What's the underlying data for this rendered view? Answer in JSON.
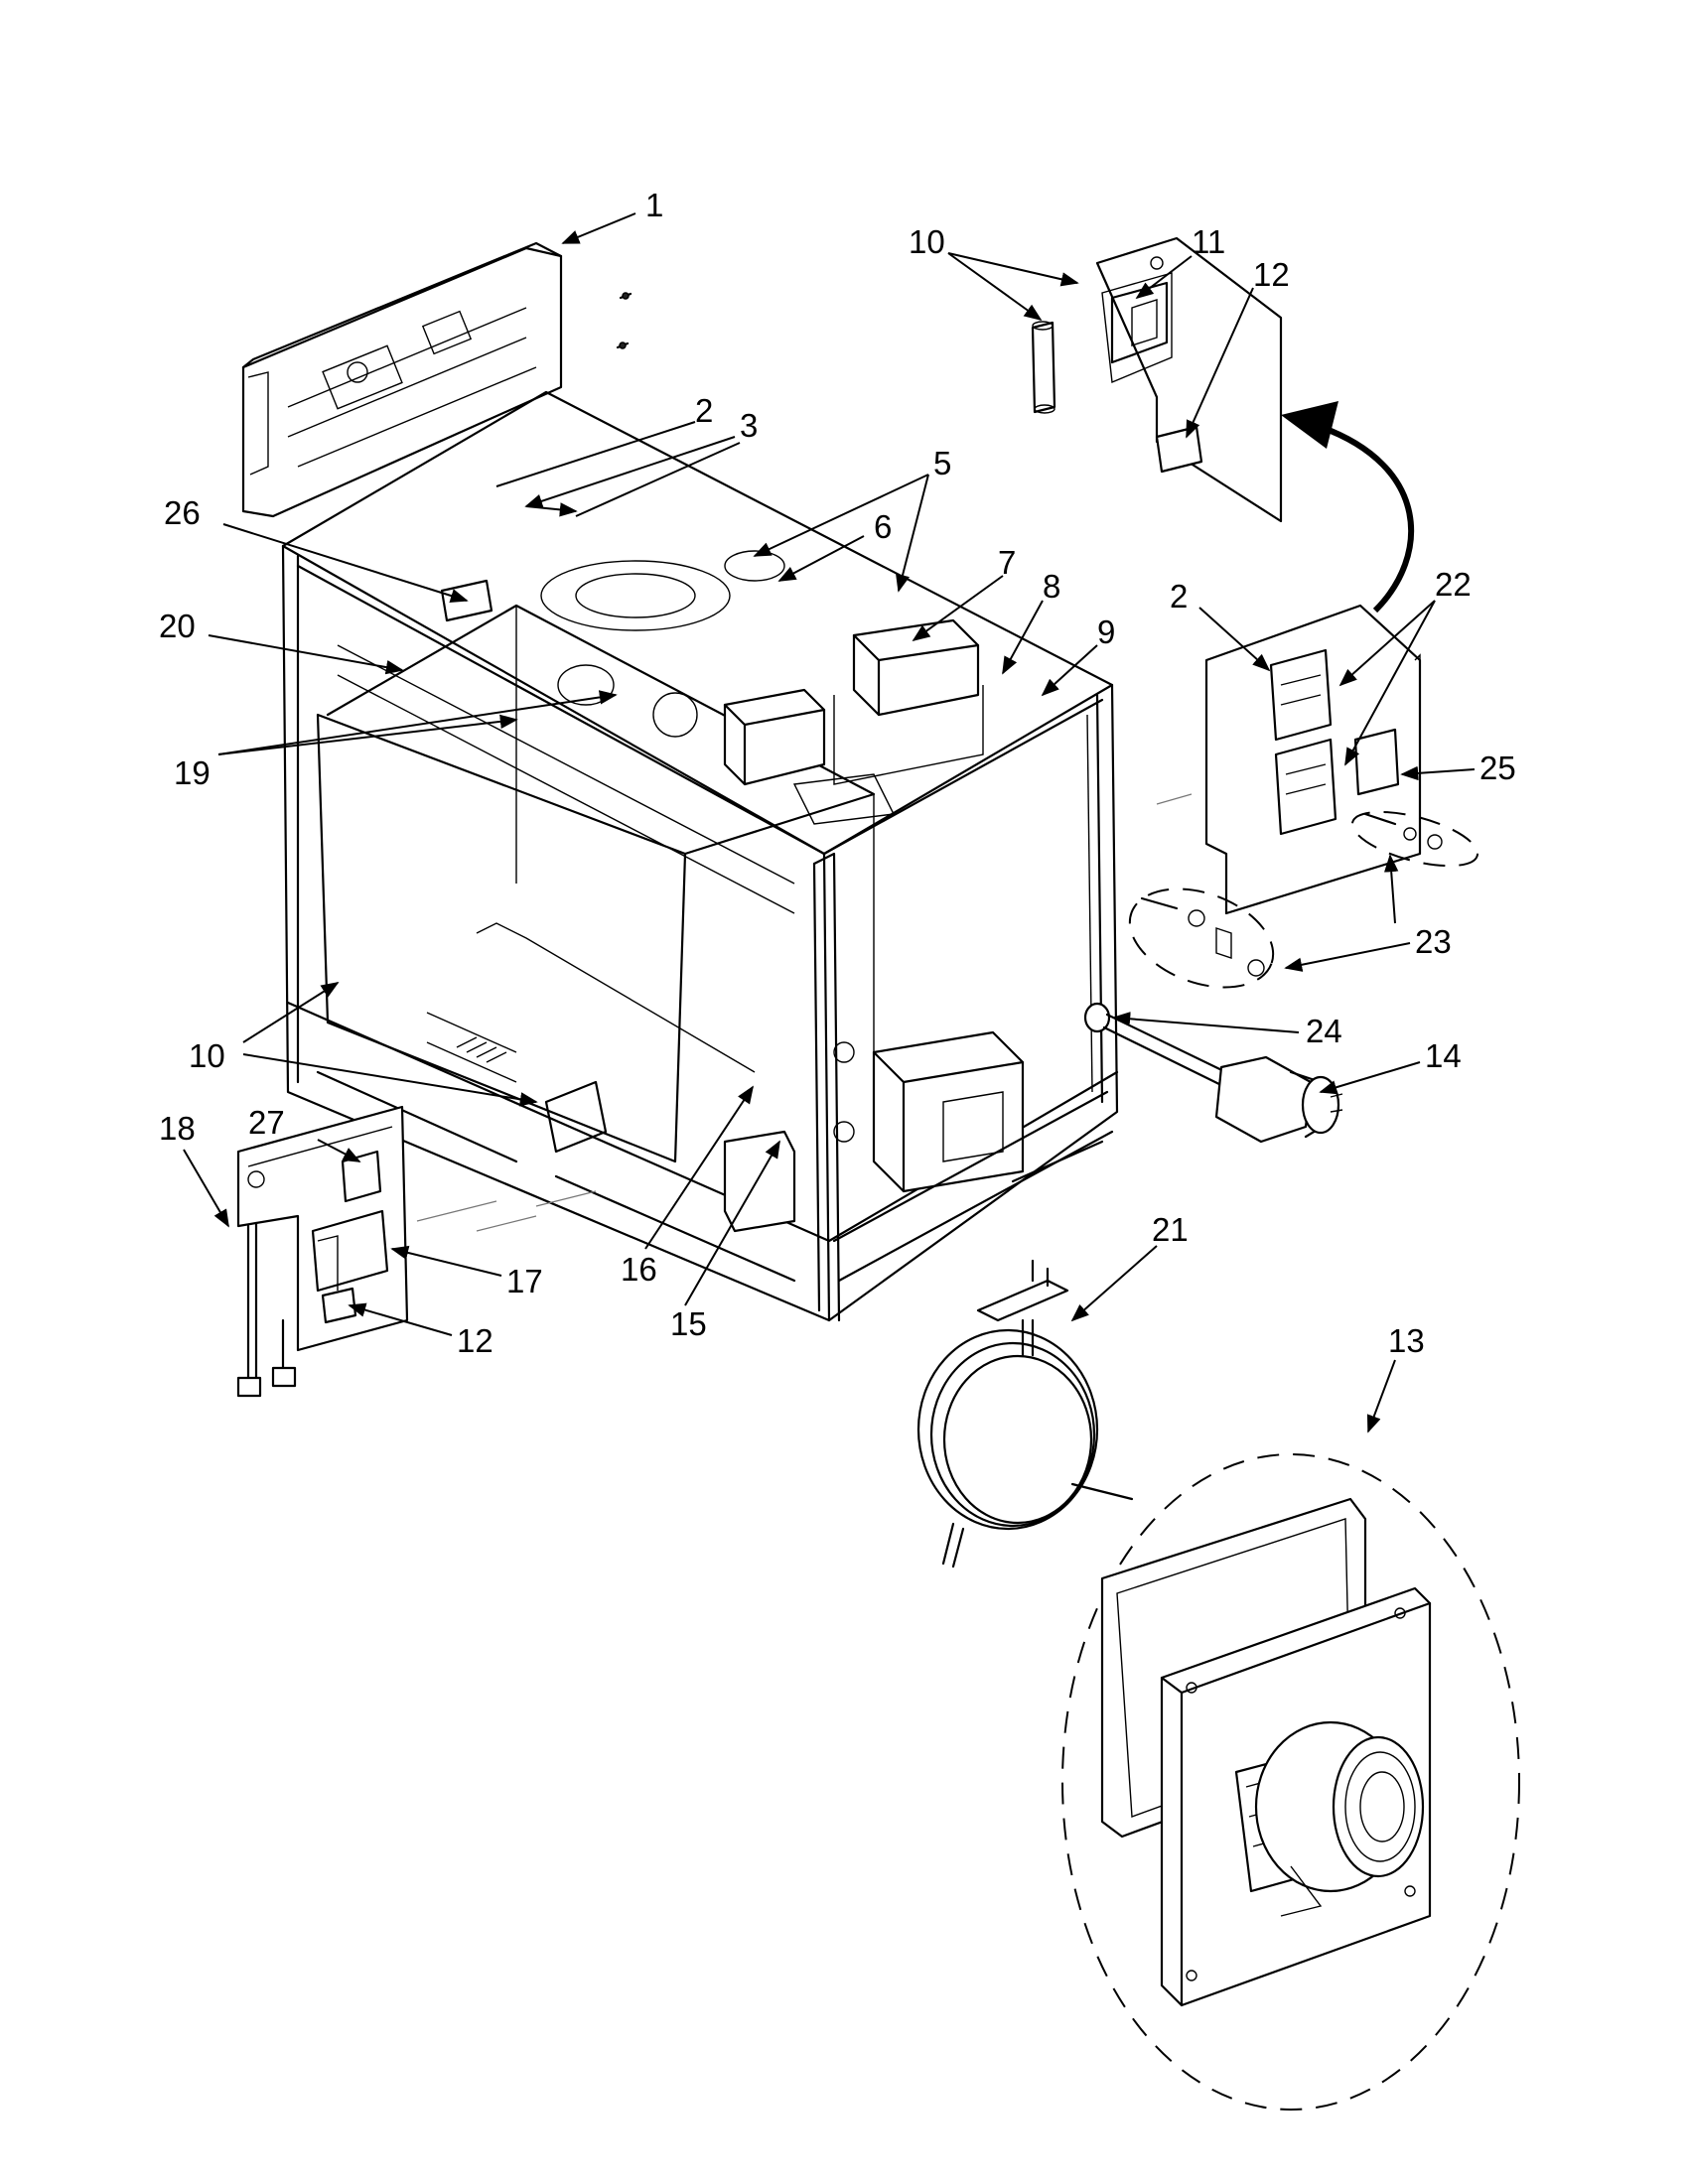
{
  "callouts": [
    {
      "id": "c1",
      "label": "1"
    },
    {
      "id": "c2a",
      "label": "2"
    },
    {
      "id": "c3",
      "label": "3"
    },
    {
      "id": "c5",
      "label": "5"
    },
    {
      "id": "c6",
      "label": "6"
    },
    {
      "id": "c7",
      "label": "7"
    },
    {
      "id": "c8",
      "label": "8"
    },
    {
      "id": "c9",
      "label": "9"
    },
    {
      "id": "c10a",
      "label": "10"
    },
    {
      "id": "c11",
      "label": "11"
    },
    {
      "id": "c12a",
      "label": "12"
    },
    {
      "id": "c26",
      "label": "26"
    },
    {
      "id": "c20",
      "label": "20"
    },
    {
      "id": "c19",
      "label": "19"
    },
    {
      "id": "c2b",
      "label": "2"
    },
    {
      "id": "c22",
      "label": "22"
    },
    {
      "id": "c25",
      "label": "25"
    },
    {
      "id": "c23",
      "label": "23"
    },
    {
      "id": "c24",
      "label": "24"
    },
    {
      "id": "c14",
      "label": "14"
    },
    {
      "id": "c10b",
      "label": "10"
    },
    {
      "id": "c18",
      "label": "18"
    },
    {
      "id": "c27",
      "label": "27"
    },
    {
      "id": "c17",
      "label": "17"
    },
    {
      "id": "c12b",
      "label": "12"
    },
    {
      "id": "c16",
      "label": "16"
    },
    {
      "id": "c15",
      "label": "15"
    },
    {
      "id": "c21",
      "label": "21"
    },
    {
      "id": "c13",
      "label": "13"
    }
  ]
}
